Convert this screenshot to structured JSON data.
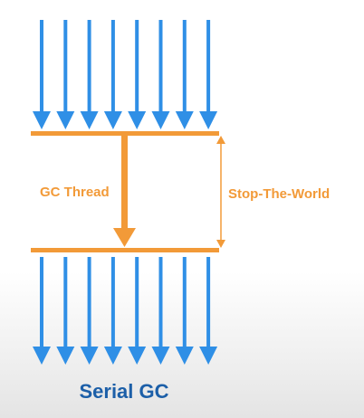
{
  "labels": {
    "gc_thread": "GC Thread",
    "stop_the_world": "Stop-The-World",
    "caption": "Serial GC"
  },
  "colors": {
    "thread_blue": "#2f8fe6",
    "gc_orange": "#f29a38",
    "caption_blue": "#1c5fa8"
  },
  "diagram": {
    "application_threads_before": 8,
    "application_threads_after": 8
  }
}
